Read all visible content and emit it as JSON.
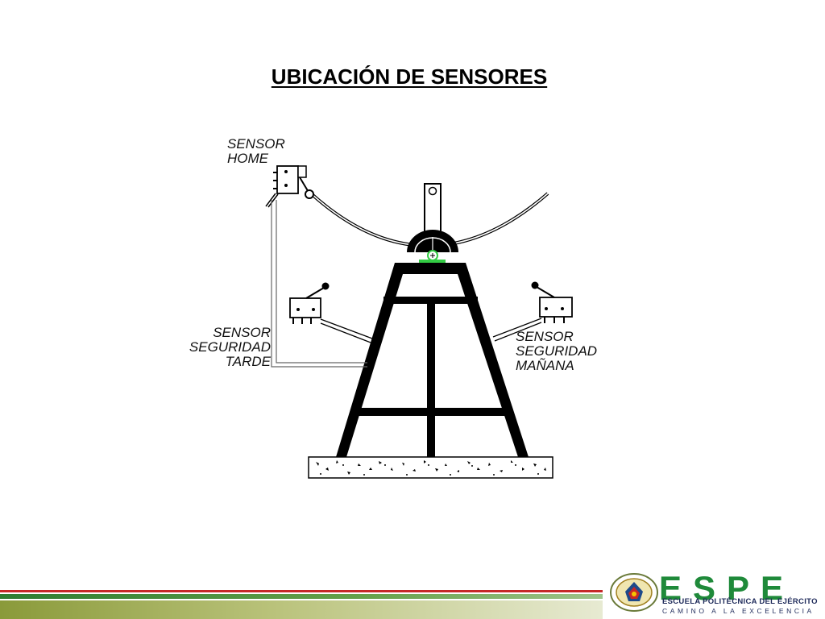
{
  "slide": {
    "title": "UBICACIÓN DE SENSORES"
  },
  "diagram": {
    "labels": {
      "home": [
        "SENSOR",
        "HOME"
      ],
      "tarde": [
        "SENSOR",
        "SEGURIDAD",
        "TARDE"
      ],
      "manana": [
        "SENSOR",
        "SEGURIDAD",
        "MAÑANA"
      ]
    },
    "colors": {
      "stroke": "#000000",
      "pivot_accent": "#33cc44",
      "cable": "#666666"
    }
  },
  "footer": {
    "brand": {
      "logo_text": "ESPE",
      "line1": "ESCUELA POLITÉCNICA DEL EJÉRCITO",
      "line2": "CAMINO A LA EXCELENCIA"
    },
    "colors": {
      "green": "#2e7d32",
      "red": "#c62828",
      "brand_green": "#1f8a3a",
      "brand_navy": "#1e2a5a"
    }
  }
}
